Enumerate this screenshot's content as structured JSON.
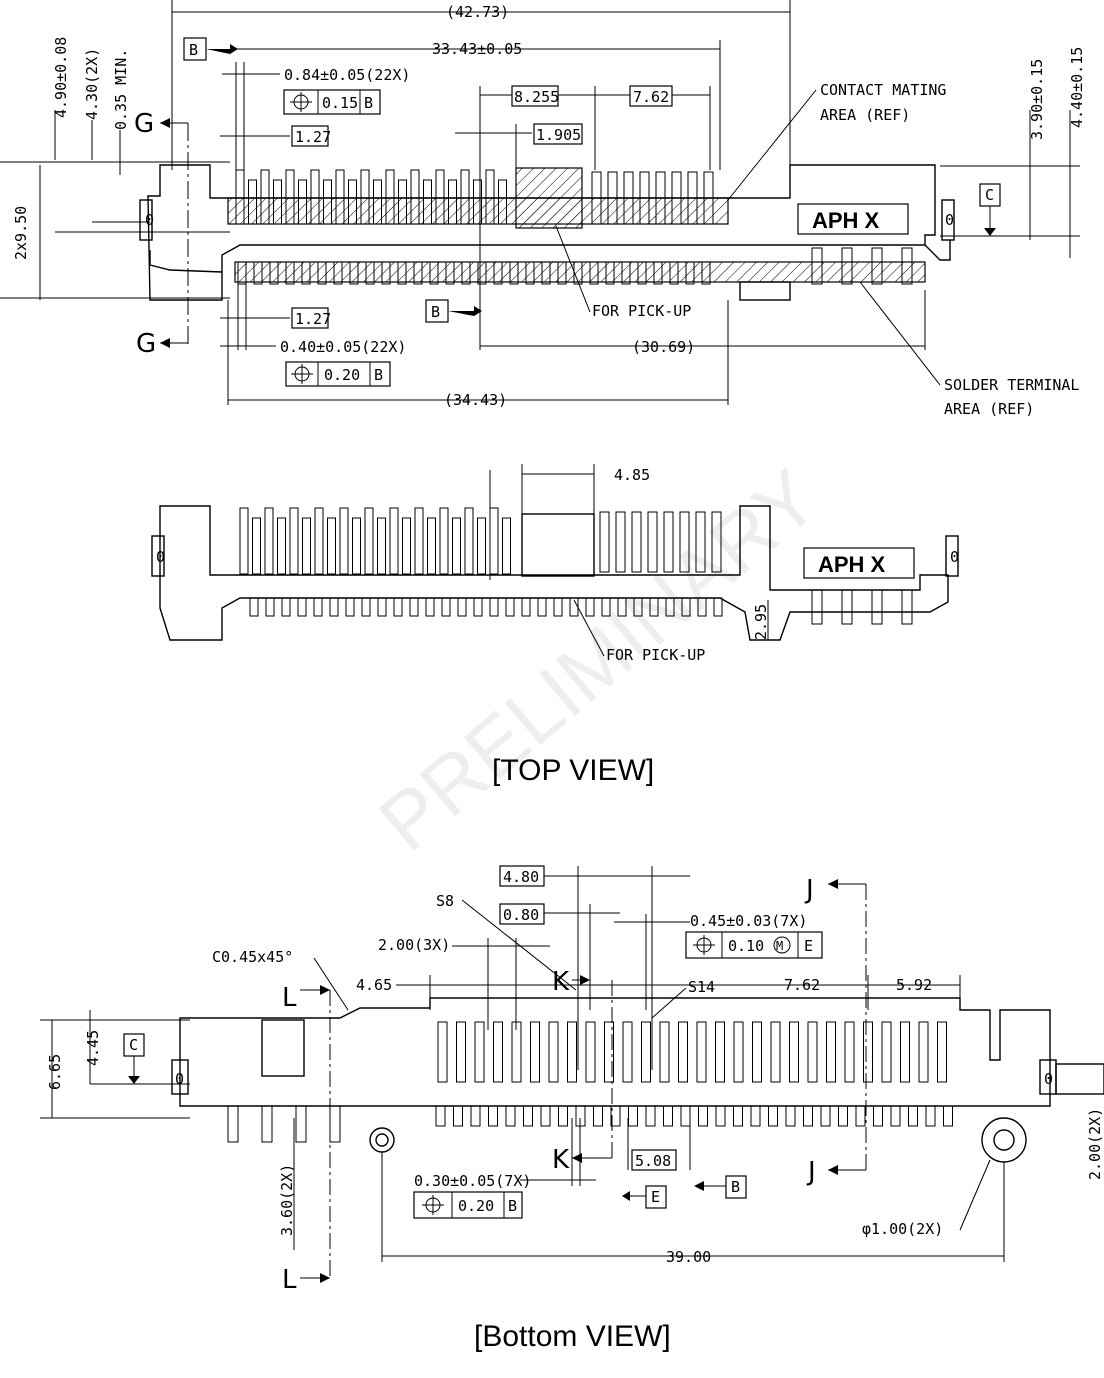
{
  "top_view": {
    "title": "[TOP VIEW]",
    "dims": {
      "overall": "(42.73)",
      "pitch_span": "33.43±0.05",
      "w_8255": "8.255",
      "w_762": "7.62",
      "w_1905": "1.905",
      "w_127_top": "1.27",
      "w_127_bot": "1.27",
      "contact_width": "0.84±0.05(22X)",
      "contact_tol": "0.15",
      "terminal_width": "0.40±0.05(22X)",
      "terminal_tol": "0.20",
      "span_3069": "(30.69)",
      "span_3443": "(34.43)",
      "v_490": "4.90±0.08",
      "v_430": "4.30(2X)",
      "v_035": "0.35 MIN.",
      "v_950": "2x9.50",
      "v_390": "3.90±0.15",
      "v_440": "4.40±0.15",
      "w_485": "4.85",
      "h_295": "2.95"
    },
    "datum_b": "B",
    "datum_c": "C",
    "section_g": "G",
    "notes": {
      "contact_area_1": "CONTACT MATING",
      "contact_area_2": "AREA (REF)",
      "pickup": "FOR PICK-UP",
      "pickup_2": "FOR PICK-UP",
      "solder_1": "SOLDER TERMINAL",
      "solder_2": "AREA (REF)"
    },
    "marking": "APH  X",
    "marking_2": "APH  X",
    "side_0": "0"
  },
  "bottom_view": {
    "title": "[Bottom VIEW]",
    "dims": {
      "w_480": "4.80",
      "w_080": "0.80",
      "w_045": "0.45±0.03(7X)",
      "w_045_tol": "0.10",
      "w_045_mod": "M",
      "w_045_datum": "E",
      "chamfer": "C0.45x45°",
      "pitch_200": "2.00(3X)",
      "w_465": "4.65",
      "w_762": "7.62",
      "w_592": "5.92",
      "v_665": "6.65",
      "v_445": "4.45",
      "w_030": "0.30±0.05(7X)",
      "w_030_tol": "0.20",
      "w_030_datum": "B",
      "w_508": "5.08",
      "v_360": "3.60(2X)",
      "span_3900": "39.00",
      "hole": "φ1.00(2X)",
      "v_200": "2.00(2X)"
    },
    "labels": {
      "s8": "S8",
      "s14": "S14",
      "sec_k": "K",
      "sec_l": "L",
      "sec_j": "J",
      "datum_c": "C",
      "datum_e": "E",
      "datum_b": "B"
    },
    "side_0": "0"
  },
  "watermark": "PRELIMINARY"
}
